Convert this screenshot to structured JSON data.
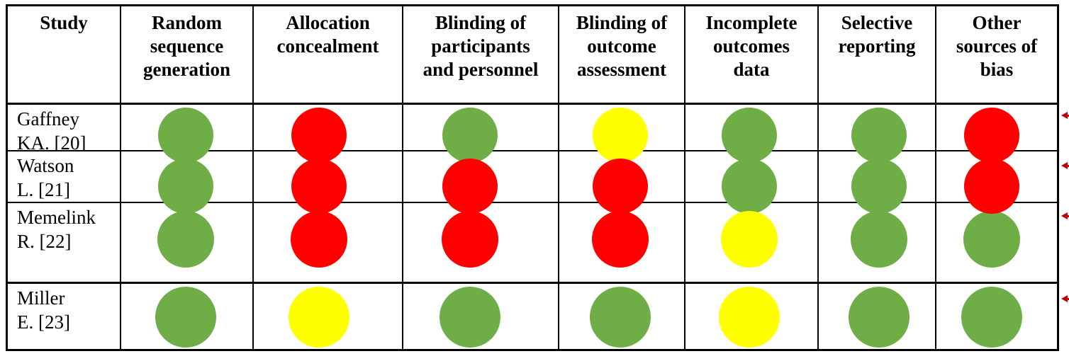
{
  "table": {
    "header": {
      "columns": [
        "Study",
        "Random sequence generation",
        "Allocation concealment",
        "Blinding of participants and personnel",
        "Blinding of outcome assessment",
        "Incomplete outcomes data",
        "Selective reporting",
        "Other sources of bias"
      ]
    },
    "rows": [
      {
        "study": "Gaffney KA. [20]",
        "study_lines": [
          "Gaffney",
          "KA. [20]"
        ],
        "ratings": [
          "low",
          "high",
          "low",
          "unclear",
          "low",
          "low",
          "high"
        ],
        "has_comment_marker": true
      },
      {
        "study": "Watson L. [21]",
        "study_lines": [
          "Watson",
          "L. [21]"
        ],
        "ratings": [
          "low",
          "high",
          "high",
          "high",
          "low",
          "low",
          "high"
        ],
        "has_comment_marker": true
      },
      {
        "study": "Memelink R. [22]",
        "study_lines": [
          "Memelink",
          "R. [22]"
        ],
        "ratings": [
          "low",
          "high",
          "high",
          "high",
          "unclear",
          "low",
          "low"
        ],
        "has_comment_marker": true
      },
      {
        "study": "Miller E. [23]",
        "study_lines": [
          "Miller",
          "E. [23]"
        ],
        "ratings": [
          "low",
          "unclear",
          "low",
          "low",
          "unclear",
          "low",
          "low"
        ],
        "has_comment_marker": true
      }
    ],
    "rating_colors": {
      "low": "#6FAD47",
      "unclear": "#FFFF00",
      "high": "#FF0000"
    }
  },
  "annotations": {
    "comment_arrow_color": "#C00000"
  }
}
